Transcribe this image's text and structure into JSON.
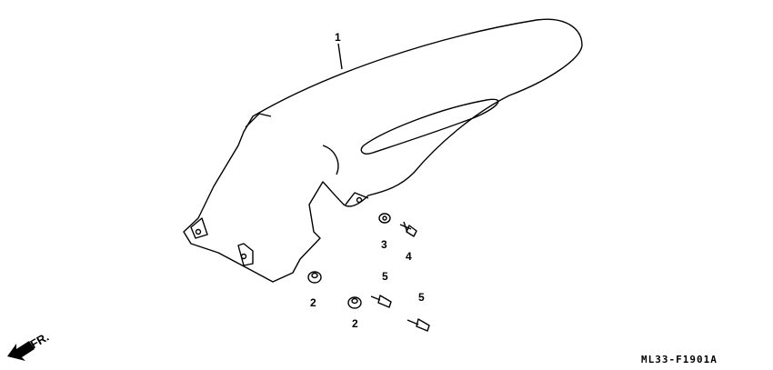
{
  "diagram": {
    "callouts": [
      {
        "id": "1",
        "part": "rear-fender"
      },
      {
        "id": "2",
        "part": "grommet-left"
      },
      {
        "id": "2",
        "part": "grommet-right"
      },
      {
        "id": "3",
        "part": "collar"
      },
      {
        "id": "4",
        "part": "bolt"
      },
      {
        "id": "5",
        "part": "screw-upper"
      },
      {
        "id": "5",
        "part": "screw-lower"
      }
    ],
    "direction_label": "FR.",
    "drawing_code": "ML33-F1901A"
  }
}
